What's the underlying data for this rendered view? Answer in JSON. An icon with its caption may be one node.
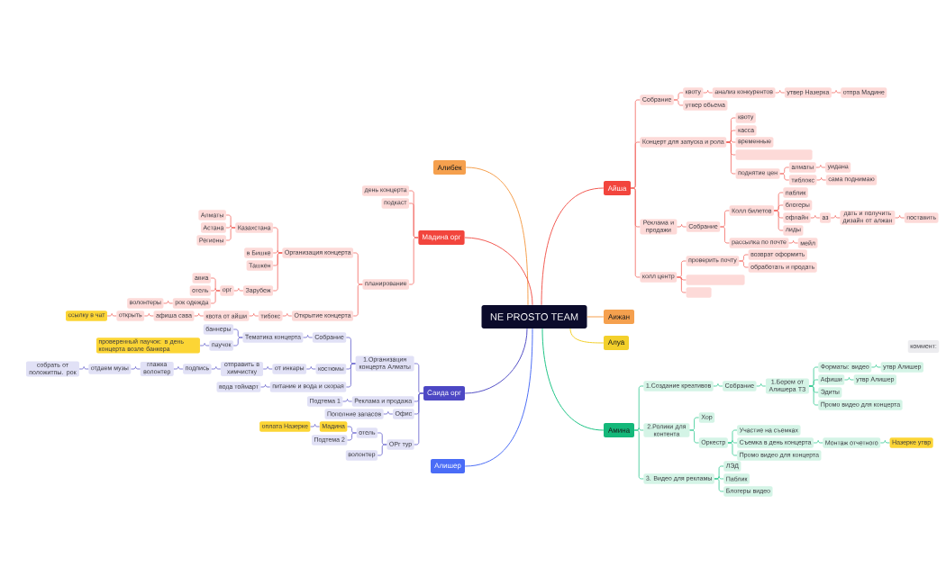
{
  "diagram": {
    "nodes": [
      {
        "text": [
          "NE PROSTO TEAM"
        ]
      },
      {
        "text": [
          "Алибек"
        ]
      },
      {
        "text": [
          "Айша"
        ]
      },
      {
        "text": [
          "Собрание"
        ]
      },
      {
        "text": [
          "квоту"
        ]
      },
      {
        "text": [
          "анализ конкурентов"
        ]
      },
      {
        "text": [
          "утвер Назерка"
        ]
      },
      {
        "text": [
          "отпра Мадине"
        ]
      },
      {
        "text": [
          "утвер обьема"
        ]
      },
      {
        "text": [
          "Концерт для запуска и рола"
        ]
      },
      {
        "text": [
          "квоту"
        ]
      },
      {
        "text": [
          "касса"
        ]
      },
      {
        "text": [
          "временные"
        ]
      },
      {
        "text": [],
        "shape": "box"
      },
      {
        "text": [
          "поднятие цен"
        ]
      },
      {
        "text": [
          "алматы"
        ]
      },
      {
        "text": [
          "уидана"
        ]
      },
      {
        "text": [
          "тиблокс"
        ]
      },
      {
        "text": [
          "сама поднимаю"
        ]
      },
      {
        "text": [
          "Реклама и продажи"
        ]
      },
      {
        "text": [
          "Собрание"
        ]
      },
      {
        "text": [
          "Колл билетов"
        ]
      },
      {
        "text": [
          "паблик"
        ]
      },
      {
        "text": [
          "блогеры"
        ]
      },
      {
        "text": [
          "офлайн"
        ]
      },
      {
        "text": [
          "аз"
        ]
      },
      {
        "text": [
          "дать и получить дизайн от алжан"
        ]
      },
      {
        "text": [
          "поставить"
        ]
      },
      {
        "text": [
          "лиды"
        ]
      },
      {
        "text": [
          "рассылка по почте"
        ]
      },
      {
        "text": [
          "мейл"
        ]
      },
      {
        "text": [
          "колл центр"
        ]
      },
      {
        "text": [
          "проверить почту"
        ]
      },
      {
        "text": [
          "возврат оформить"
        ]
      },
      {
        "text": [
          "обработать и продать"
        ]
      },
      {
        "text": [],
        "shape": "box"
      },
      {
        "text": [],
        "shape": "box"
      },
      {
        "text": [
          "Мадина орг"
        ]
      },
      {
        "text": [
          "день концерта"
        ]
      },
      {
        "text": [
          "подкаст"
        ]
      },
      {
        "text": [
          "планирование"
        ]
      },
      {
        "text": [
          "Организация концерта"
        ]
      },
      {
        "text": [
          "Казахстана"
        ]
      },
      {
        "text": [
          "Алматы"
        ]
      },
      {
        "text": [
          "Астана"
        ]
      },
      {
        "text": [
          "Регионы"
        ]
      },
      {
        "text": [
          "в Бишке"
        ]
      },
      {
        "text": [
          "Ташкен"
        ]
      },
      {
        "text": [
          "Зарубеж"
        ]
      },
      {
        "text": [
          "орг"
        ]
      },
      {
        "text": [
          "авиа"
        ]
      },
      {
        "text": [
          "отель"
        ]
      },
      {
        "text": [
          "рок одежда"
        ]
      },
      {
        "text": [
          "волонтеры"
        ]
      },
      {
        "text": [
          "Открытие концерта"
        ]
      },
      {
        "text": [
          "тибокс"
        ]
      },
      {
        "text": [
          "квота от айши"
        ]
      },
      {
        "text": [
          "афиша сава"
        ]
      },
      {
        "text": [
          "открыть"
        ]
      },
      {
        "text": [
          "ссылку в чат"
        ]
      },
      {
        "text": [
          "Аижан"
        ]
      },
      {
        "text": [
          "Алуа"
        ]
      },
      {
        "text": [
          "Саида орг"
        ]
      },
      {
        "text": [
          "1.Организация концерта Алматы"
        ]
      },
      {
        "text": [
          "Собрание"
        ]
      },
      {
        "text": [
          "Тематика концерта"
        ]
      },
      {
        "text": [
          "баннеры"
        ]
      },
      {
        "text": [
          "паучок"
        ]
      },
      {
        "text": [
          "проверенный паучок: в день концерта возле банкера"
        ]
      },
      {
        "text": [
          "костюмы"
        ]
      },
      {
        "text": [
          "от инкары"
        ]
      },
      {
        "text": [
          "отправить в химчистку"
        ]
      },
      {
        "text": [
          "подпись"
        ]
      },
      {
        "text": [
          "глажка волонтер"
        ]
      },
      {
        "text": [
          "отдаем музы"
        ]
      },
      {
        "text": [
          "собрать от положитпы. рок"
        ]
      },
      {
        "text": [
          "питание и вода и скорая"
        ]
      },
      {
        "text": [
          "вода тоймарт"
        ]
      },
      {
        "text": [
          "Реклама и продажа"
        ]
      },
      {
        "text": [
          "Подтема 1"
        ]
      },
      {
        "text": [
          "Офис"
        ]
      },
      {
        "text": [
          "Пополние запасов"
        ]
      },
      {
        "text": [
          "ОРг тур"
        ]
      },
      {
        "text": [
          "отель"
        ]
      },
      {
        "text": [
          "Мадина"
        ]
      },
      {
        "text": [
          "оплата Назерке"
        ]
      },
      {
        "text": [
          "Подтема 2"
        ]
      },
      {
        "text": [
          "волонтер"
        ]
      },
      {
        "text": [
          "Амина"
        ]
      },
      {
        "text": [
          "1.Создание креативов"
        ]
      },
      {
        "text": [
          "Собрание"
        ]
      },
      {
        "text": [
          "1.Берем от Алишера ТЗ"
        ]
      },
      {
        "text": [
          "Форматы: видео"
        ]
      },
      {
        "text": [
          "утвр Алишер"
        ]
      },
      {
        "text": [
          "Афиши"
        ]
      },
      {
        "text": [
          "утвр Алишер"
        ]
      },
      {
        "text": [
          "Эдиты"
        ]
      },
      {
        "text": [
          "Промо видео для концерта"
        ]
      },
      {
        "text": [
          "2.Ролики для контента"
        ]
      },
      {
        "text": [
          "Хор"
        ]
      },
      {
        "text": [
          "Оркестр"
        ]
      },
      {
        "text": [
          "Участие на съемках"
        ]
      },
      {
        "text": [
          "Съемка в день концерта"
        ]
      },
      {
        "text": [
          "Монтаж отчетного"
        ]
      },
      {
        "text": [
          "Назерке утвр"
        ]
      },
      {
        "text": [
          "Промо видео для концерта"
        ]
      },
      {
        "text": [
          "3. Видео для рекламы"
        ]
      },
      {
        "text": [
          "ЛЭД"
        ]
      },
      {
        "text": [
          "Паблик"
        ]
      },
      {
        "text": [
          "Блогеры видео"
        ]
      },
      {
        "text": [
          "Алишер"
        ]
      },
      {
        "text": [
          "коммент:"
        ]
      }
    ],
    "edges": [
      {
        "from": 0,
        "to": 1,
        "arrow": "none",
        "color": "#f5a04e"
      },
      {
        "from": 0,
        "to": 2,
        "arrow": "none"
      },
      {
        "from": 0,
        "to": 37,
        "arrow": "none"
      },
      {
        "from": 0,
        "to": 60,
        "arrow": "none",
        "color": "#f5a04e"
      },
      {
        "from": 0,
        "to": 61,
        "arrow": "none",
        "color": "#f2cf2a"
      },
      {
        "from": 0,
        "to": 62,
        "arrow": "none",
        "color": "#5450c6"
      },
      {
        "from": 0,
        "to": 88,
        "arrow": "none",
        "color": "#1fc486"
      },
      {
        "from": 0,
        "to": 110,
        "arrow": "none",
        "color": "#4d6ef5"
      },
      {
        "from": 2,
        "to": 3,
        "arrow": "none"
      },
      {
        "from": 3,
        "to": 4,
        "arrow": "none"
      },
      {
        "from": 4,
        "to": 5,
        "arrow": "none"
      },
      {
        "from": 5,
        "to": 6,
        "arrow": "none"
      },
      {
        "from": 6,
        "to": 7,
        "arrow": "none"
      },
      {
        "from": 3,
        "to": 8,
        "arrow": "none"
      },
      {
        "from": 2,
        "to": 9,
        "arrow": "none"
      },
      {
        "from": 9,
        "to": 10,
        "arrow": "none"
      },
      {
        "from": 9,
        "to": 11,
        "arrow": "none"
      },
      {
        "from": 9,
        "to": 12,
        "arrow": "none"
      },
      {
        "from": 9,
        "to": 13,
        "arrow": "none"
      },
      {
        "from": 9,
        "to": 14,
        "arrow": "none"
      },
      {
        "from": 14,
        "to": 15,
        "arrow": "none"
      },
      {
        "from": 15,
        "to": 16,
        "arrow": "none"
      },
      {
        "from": 14,
        "to": 17,
        "arrow": "none"
      },
      {
        "from": 17,
        "to": 18,
        "arrow": "none"
      },
      {
        "from": 2,
        "to": 19,
        "arrow": "none"
      },
      {
        "from": 19,
        "to": 20,
        "arrow": "none"
      },
      {
        "from": 20,
        "to": 21,
        "arrow": "none"
      },
      {
        "from": 21,
        "to": 22,
        "arrow": "none"
      },
      {
        "from": 21,
        "to": 23,
        "arrow": "none"
      },
      {
        "from": 21,
        "to": 24,
        "arrow": "none"
      },
      {
        "from": 24,
        "to": 25,
        "arrow": "none"
      },
      {
        "from": 25,
        "to": 26,
        "arrow": "none"
      },
      {
        "from": 26,
        "to": 27,
        "arrow": "none"
      },
      {
        "from": 21,
        "to": 28,
        "arrow": "none"
      },
      {
        "from": 20,
        "to": 29,
        "arrow": "none"
      },
      {
        "from": 29,
        "to": 30,
        "arrow": "none"
      },
      {
        "from": 2,
        "to": 31,
        "arrow": "none"
      },
      {
        "from": 31,
        "to": 32,
        "arrow": "none"
      },
      {
        "from": 32,
        "to": 33,
        "arrow": "none"
      },
      {
        "from": 32,
        "to": 34,
        "arrow": "none"
      },
      {
        "from": 31,
        "to": 35,
        "arrow": "none"
      },
      {
        "from": 31,
        "to": 36,
        "arrow": "none"
      },
      {
        "from": 37,
        "to": 38,
        "arrow": "none"
      },
      {
        "from": 37,
        "to": 39,
        "arrow": "none"
      },
      {
        "from": 37,
        "to": 40,
        "arrow": "none"
      },
      {
        "from": 40,
        "to": 41,
        "arrow": "none"
      },
      {
        "from": 41,
        "to": 42,
        "arrow": "none"
      },
      {
        "from": 42,
        "to": 43,
        "arrow": "none"
      },
      {
        "from": 42,
        "to": 44,
        "arrow": "none"
      },
      {
        "from": 42,
        "to": 45,
        "arrow": "none"
      },
      {
        "from": 41,
        "to": 46,
        "arrow": "none"
      },
      {
        "from": 41,
        "to": 47,
        "arrow": "none"
      },
      {
        "from": 41,
        "to": 48,
        "arrow": "none"
      },
      {
        "from": 48,
        "to": 49,
        "arrow": "none"
      },
      {
        "from": 49,
        "to": 50,
        "arrow": "none"
      },
      {
        "from": 49,
        "to": 51,
        "arrow": "none"
      },
      {
        "from": 49,
        "to": 52,
        "arrow": "none"
      },
      {
        "from": 52,
        "to": 53,
        "arrow": "none"
      },
      {
        "from": 40,
        "to": 54,
        "arrow": "none"
      },
      {
        "from": 54,
        "to": 55,
        "arrow": "none"
      },
      {
        "from": 55,
        "to": 56,
        "arrow": "none"
      },
      {
        "from": 56,
        "to": 57,
        "arrow": "none"
      },
      {
        "from": 57,
        "to": 58,
        "arrow": "none"
      },
      {
        "from": 58,
        "to": 59,
        "arrow": "none"
      },
      {
        "from": 62,
        "to": 63,
        "arrow": "none",
        "color": "#5450c6"
      },
      {
        "from": 63,
        "to": 64,
        "arrow": "none",
        "color": "#5450c6"
      },
      {
        "from": 64,
        "to": 65,
        "arrow": "none",
        "color": "#5450c6"
      },
      {
        "from": 65,
        "to": 66,
        "arrow": "none",
        "color": "#5450c6"
      },
      {
        "from": 65,
        "to": 67,
        "arrow": "none",
        "color": "#5450c6"
      },
      {
        "from": 67,
        "to": 68,
        "arrow": "none",
        "color": "#5450c6"
      },
      {
        "from": 63,
        "to": 69,
        "arrow": "none",
        "color": "#5450c6"
      },
      {
        "from": 69,
        "to": 70,
        "arrow": "none",
        "color": "#5450c6"
      },
      {
        "from": 70,
        "to": 71,
        "arrow": "none",
        "color": "#5450c6"
      },
      {
        "from": 71,
        "to": 72,
        "arrow": "none",
        "color": "#5450c6"
      },
      {
        "from": 72,
        "to": 73,
        "arrow": "none",
        "color": "#5450c6"
      },
      {
        "from": 73,
        "to": 74,
        "arrow": "none",
        "color": "#5450c6"
      },
      {
        "from": 74,
        "to": 75,
        "arrow": "none",
        "color": "#5450c6"
      },
      {
        "from": 63,
        "to": 76,
        "arrow": "none",
        "color": "#5450c6"
      },
      {
        "from": 76,
        "to": 77,
        "arrow": "none",
        "color": "#5450c6"
      },
      {
        "from": 62,
        "to": 78,
        "arrow": "none",
        "color": "#5450c6"
      },
      {
        "from": 78,
        "to": 79,
        "arrow": "none",
        "color": "#5450c6"
      },
      {
        "from": 62,
        "to": 80,
        "arrow": "none",
        "color": "#5450c6"
      },
      {
        "from": 80,
        "to": 81,
        "arrow": "none",
        "color": "#5450c6"
      },
      {
        "from": 62,
        "to": 82,
        "arrow": "none",
        "color": "#5450c6"
      },
      {
        "from": 82,
        "to": 83,
        "arrow": "none",
        "color": "#5450c6"
      },
      {
        "from": 83,
        "to": 84,
        "arrow": "none",
        "color": "#5450c6"
      },
      {
        "from": 84,
        "to": 85,
        "arrow": "none",
        "color": "#5450c6"
      },
      {
        "from": 83,
        "to": 86,
        "arrow": "none",
        "color": "#5450c6"
      },
      {
        "from": 82,
        "to": 87,
        "arrow": "none",
        "color": "#5450c6"
      },
      {
        "from": 88,
        "to": 89,
        "arrow": "none",
        "color": "#1fc486"
      },
      {
        "from": 89,
        "to": 90,
        "arrow": "none",
        "color": "#1fc486"
      },
      {
        "from": 90,
        "to": 91,
        "arrow": "none",
        "color": "#1fc486"
      },
      {
        "from": 91,
        "to": 92,
        "arrow": "none",
        "color": "#1fc486"
      },
      {
        "from": 92,
        "to": 93,
        "arrow": "none",
        "color": "#1fc486"
      },
      {
        "from": 91,
        "to": 94,
        "arrow": "none",
        "color": "#1fc486"
      },
      {
        "from": 94,
        "to": 95,
        "arrow": "none",
        "color": "#1fc486"
      },
      {
        "from": 91,
        "to": 96,
        "arrow": "none",
        "color": "#1fc486"
      },
      {
        "from": 91,
        "to": 97,
        "arrow": "none",
        "color": "#1fc486"
      },
      {
        "from": 88,
        "to": 98,
        "arrow": "none",
        "color": "#1fc486"
      },
      {
        "from": 98,
        "to": 99,
        "arrow": "none",
        "color": "#1fc486"
      },
      {
        "from": 98,
        "to": 100,
        "arrow": "none",
        "color": "#1fc486"
      },
      {
        "from": 100,
        "to": 101,
        "arrow": "none",
        "color": "#1fc486"
      },
      {
        "from": 100,
        "to": 102,
        "arrow": "none",
        "color": "#1fc486"
      },
      {
        "from": 102,
        "to": 103,
        "arrow": "none",
        "color": "#1fc486"
      },
      {
        "from": 103,
        "to": 104,
        "arrow": "none",
        "color": "#1fc486"
      },
      {
        "from": 100,
        "to": 105,
        "arrow": "none",
        "color": "#1fc486"
      },
      {
        "from": 88,
        "to": 106,
        "arrow": "none",
        "color": "#1fc486"
      },
      {
        "from": 106,
        "to": 107,
        "arrow": "none",
        "color": "#1fc486"
      },
      {
        "from": 106,
        "to": 108,
        "arrow": "none",
        "color": "#1fc486"
      },
      {
        "from": 106,
        "to": 109,
        "arrow": "none",
        "color": "#1fc486"
      }
    ]
  }
}
